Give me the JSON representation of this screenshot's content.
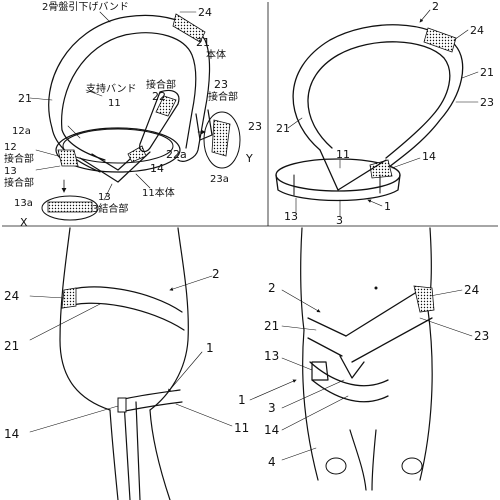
{
  "fig_top_left": {
    "title": "2骨盤引下げバンド",
    "label_24": "24",
    "label_21a": "21",
    "label_21b": "21",
    "label_main_body": "本体",
    "label_support_band": "支持バンド",
    "label_11": "11",
    "label_joint_a": "接合部",
    "label_22": "22",
    "label_22a": "22a",
    "label_23": "23",
    "label_joint_b": "接合部",
    "label_23b": "23",
    "label_23a": "23a",
    "label_Y": "Y",
    "label_12a": "12a",
    "label_12": "12",
    "label_joint_c": "接合部",
    "label_13": "13",
    "label_joint_d": "接合部",
    "label_14": "14",
    "label_11_main": "11本体",
    "label_3_joint": "3結合部",
    "label_13a": "13a",
    "label_13b": "13",
    "label_X": "X"
  },
  "fig_top_right": {
    "label_2": "2",
    "label_24": "24",
    "label_21a": "21",
    "label_21b": "21",
    "label_23": "23",
    "label_11": "11",
    "label_14": "14",
    "label_13": "13",
    "label_3": "3",
    "label_1": "1"
  },
  "fig_bottom_left": {
    "label_2": "2",
    "label_24": "24",
    "label_21": "21",
    "label_1": "1",
    "label_14": "14",
    "label_11": "11"
  },
  "fig_bottom_right": {
    "label_2": "2",
    "label_24": "24",
    "label_21": "21",
    "label_23": "23",
    "label_13": "13",
    "label_1": "1",
    "label_3": "3",
    "label_14": "14",
    "label_4": "4"
  }
}
